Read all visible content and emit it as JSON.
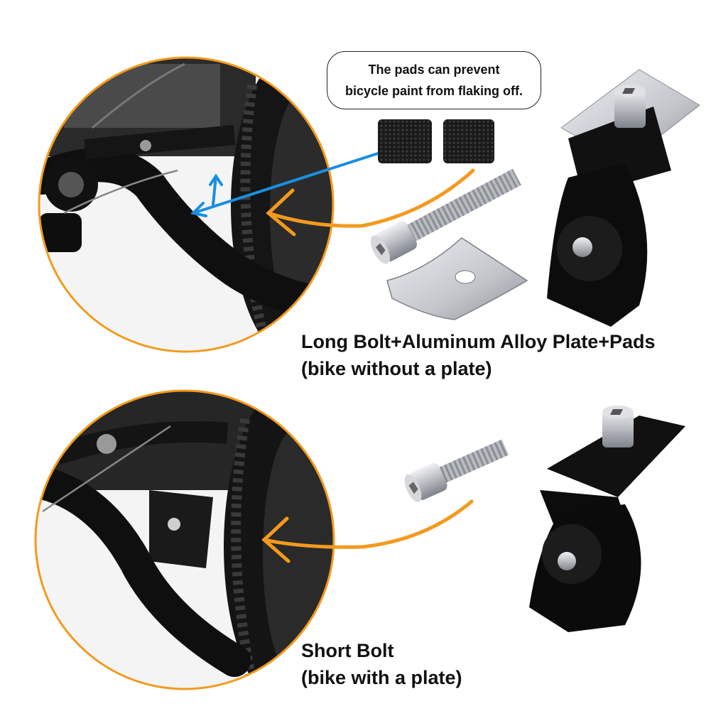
{
  "callout": {
    "line1": "The pads can prevent",
    "line2": "bicycle paint from flaking off."
  },
  "caption_top": {
    "line1": "Long Bolt+Aluminum Alloy Plate+Pads",
    "line2": "(bike without a plate)"
  },
  "caption_bottom": {
    "line1": "Short Bolt",
    "line2": "(bike with a plate)"
  },
  "colors": {
    "orange": "#f39a1e",
    "blue": "#1a8fe0",
    "metal": "#c9cbce",
    "black": "#0d0d0d"
  }
}
